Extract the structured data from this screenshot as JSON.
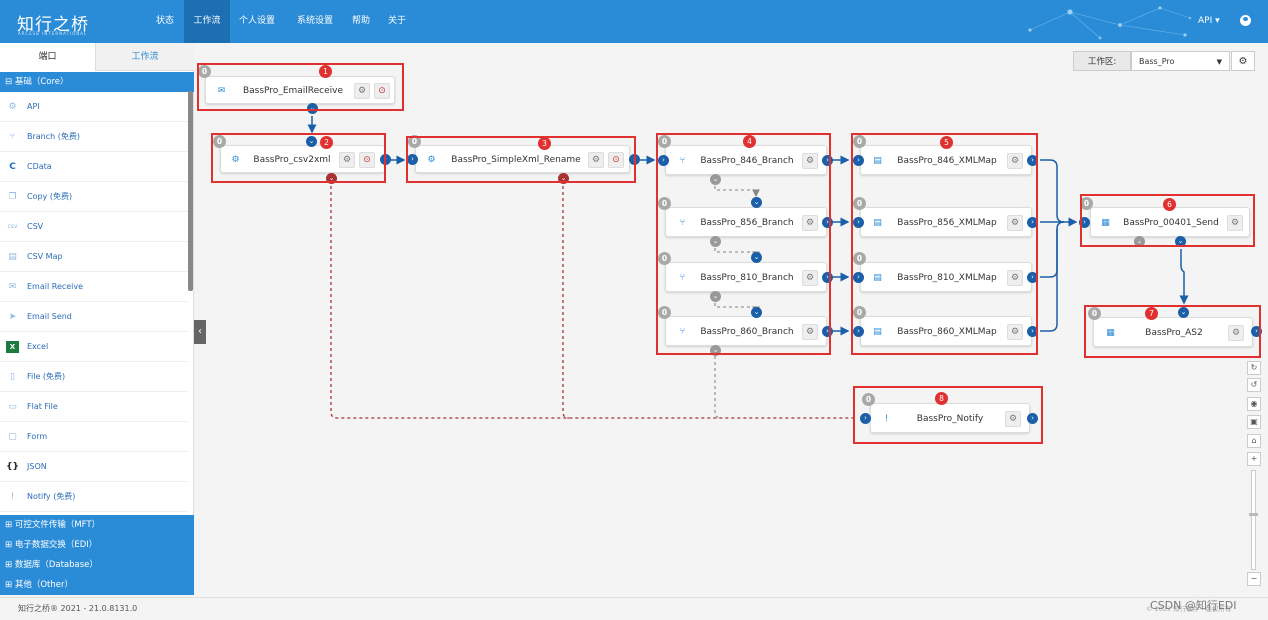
{
  "header": {
    "logo": "知行之桥",
    "logo_sub": "ARCESB INTERNATIONAL",
    "nav": [
      "状态",
      "工作流",
      "个人设置",
      "系统设置",
      "帮助",
      "关于"
    ],
    "active_nav": "工作流",
    "api_label": "API ▾"
  },
  "sidebar": {
    "tabs": [
      "端口",
      "工作流"
    ],
    "core_category": "⊟ 基础（Core）",
    "items": [
      {
        "label": "API",
        "icon": "api-icon"
      },
      {
        "label": "Branch (免费)",
        "icon": "branch-icon"
      },
      {
        "label": "CData",
        "icon": "cdata-icon"
      },
      {
        "label": "Copy (免费)",
        "icon": "copy-icon"
      },
      {
        "label": "CSV",
        "icon": "csv-icon"
      },
      {
        "label": "CSV Map",
        "icon": "csv-map-icon"
      },
      {
        "label": "Email Receive",
        "icon": "email-receive-icon"
      },
      {
        "label": "Email Send",
        "icon": "email-send-icon"
      },
      {
        "label": "Excel",
        "icon": "excel-icon"
      },
      {
        "label": "File (免费)",
        "icon": "file-icon"
      },
      {
        "label": "Flat File",
        "icon": "flat-file-icon"
      },
      {
        "label": "Form",
        "icon": "form-icon"
      },
      {
        "label": "JSON",
        "icon": "json-icon"
      },
      {
        "label": "Notify (免费)",
        "icon": "notify-icon"
      }
    ],
    "categories": [
      "⊞ 可控文件传输（MFT）",
      "⊞ 电子数据交换（EDI）",
      "⊞ 数据库（Database）",
      "⊞ 其他（Other）"
    ]
  },
  "workspace": {
    "label": "工作区:",
    "selected": "Bass_Pro"
  },
  "nodes": [
    {
      "name": "BassPro_EmailReceive",
      "count": "0",
      "number": "1"
    },
    {
      "name": "BassPro_csv2xml",
      "count": "0",
      "number": "2"
    },
    {
      "name": "BassPro_SimpleXml_Rename",
      "count": "0",
      "number": "3"
    },
    {
      "name": "BassPro_846_Branch",
      "count": "0",
      "number": "4"
    },
    {
      "name": "BassPro_856_Branch",
      "count": "0"
    },
    {
      "name": "BassPro_810_Branch",
      "count": "0"
    },
    {
      "name": "BassPro_860_Branch",
      "count": "0"
    },
    {
      "name": "BassPro_846_XMLMap",
      "count": "0",
      "number": "5"
    },
    {
      "name": "BassPro_856_XMLMap",
      "count": "0"
    },
    {
      "name": "BassPro_810_XMLMap",
      "count": "0"
    },
    {
      "name": "BassPro_860_XMLMap",
      "count": "0"
    },
    {
      "name": "BassPro_00401_Send",
      "count": "0",
      "number": "6"
    },
    {
      "name": "BassPro_AS2",
      "count": "0",
      "number": "7"
    },
    {
      "name": "BassPro_Notify",
      "count": "0",
      "number": "8"
    }
  ],
  "footer": {
    "left": "知行之桥® 2021 - 21.0.8131.0",
    "right": "© 2022 知行软件 · 版权所有",
    "watermark": "CSDN @知行EDI"
  }
}
